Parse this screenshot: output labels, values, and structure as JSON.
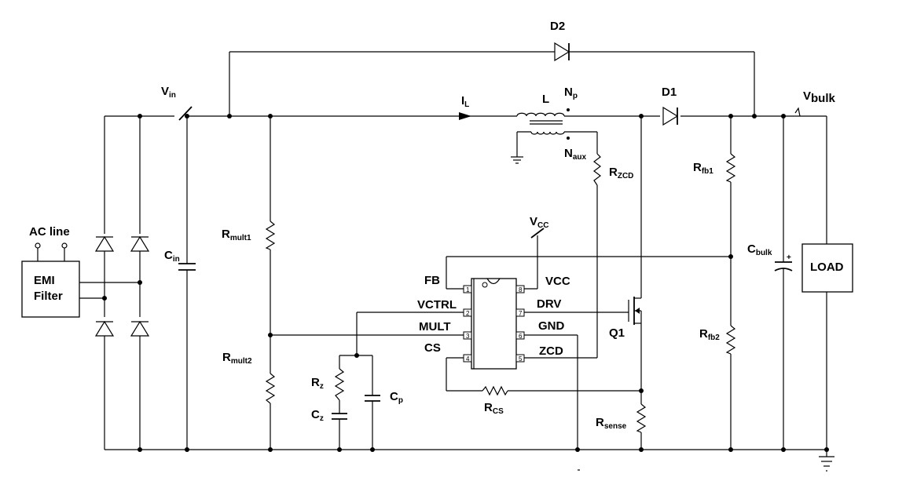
{
  "labels": {
    "ac_line": "AC line",
    "emi_filter_1": "EMI",
    "emi_filter_2": "Filter",
    "v_in_main": "V",
    "v_in_sub": "in",
    "c_in_main": "C",
    "c_in_sub": "in",
    "d2": "D2",
    "d1": "D1",
    "i_l_main": "I",
    "i_l_sub": "L",
    "l": "L",
    "n_p_main": "N",
    "n_p_sub": "p",
    "n_aux_main": "N",
    "n_aux_sub": "aux",
    "r_zcd_main": "R",
    "r_zcd_sub": "ZCD",
    "v_bulk_main": "V",
    "v_bulk_sub": "bulk",
    "r_fb1_main": "R",
    "r_fb1_sub": "fb1",
    "r_fb2_main": "R",
    "r_fb2_sub": "fb2",
    "c_bulk_main": "C",
    "c_bulk_sub": "bulk",
    "load": "LOAD",
    "r_mult1_main": "R",
    "r_mult1_sub": "mult1",
    "r_mult2_main": "R",
    "r_mult2_sub": "mult2",
    "r_z_main": "R",
    "r_z_sub": "z",
    "c_z_main": "C",
    "c_z_sub": "z",
    "c_p_main": "C",
    "c_p_sub": "p",
    "v_cc_main": "V",
    "v_cc_sub": "CC",
    "fb": "FB",
    "vctrl": "VCTRL",
    "mult": "MULT",
    "cs": "CS",
    "vcc": "VCC",
    "drv": "DRV",
    "gnd": "GND",
    "zcd": "ZCD",
    "q1": "Q1",
    "r_cs_main": "R",
    "r_cs_sub": "CS",
    "r_sense_main": "R",
    "r_sense_sub": "sense",
    "pin1": "1",
    "pin2": "2",
    "pin3": "3",
    "pin4": "4",
    "pin5": "5",
    "pin6": "6",
    "pin7": "7",
    "pin8": "8",
    "cap_plus": "+"
  }
}
